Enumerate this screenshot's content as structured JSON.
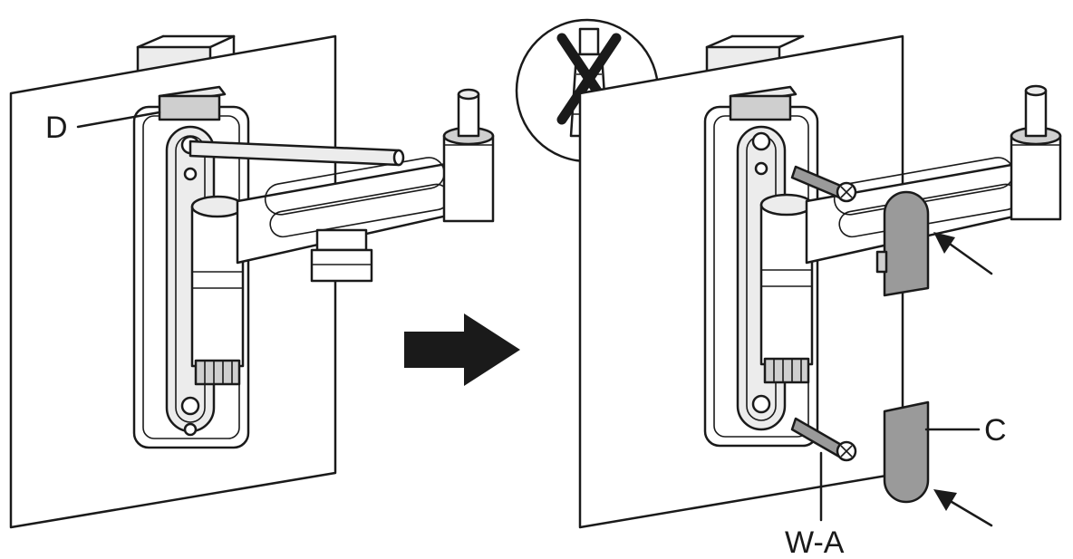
{
  "labels": {
    "d": "D",
    "c": "C",
    "wa": "W-A"
  },
  "icons": {
    "prohibited": "wall-plug-crossed-out-icon",
    "arrow": "right-arrow-icon"
  },
  "colors": {
    "line": "#1a1a1a",
    "cover": "#9a9a9a",
    "background": "#ffffff"
  }
}
